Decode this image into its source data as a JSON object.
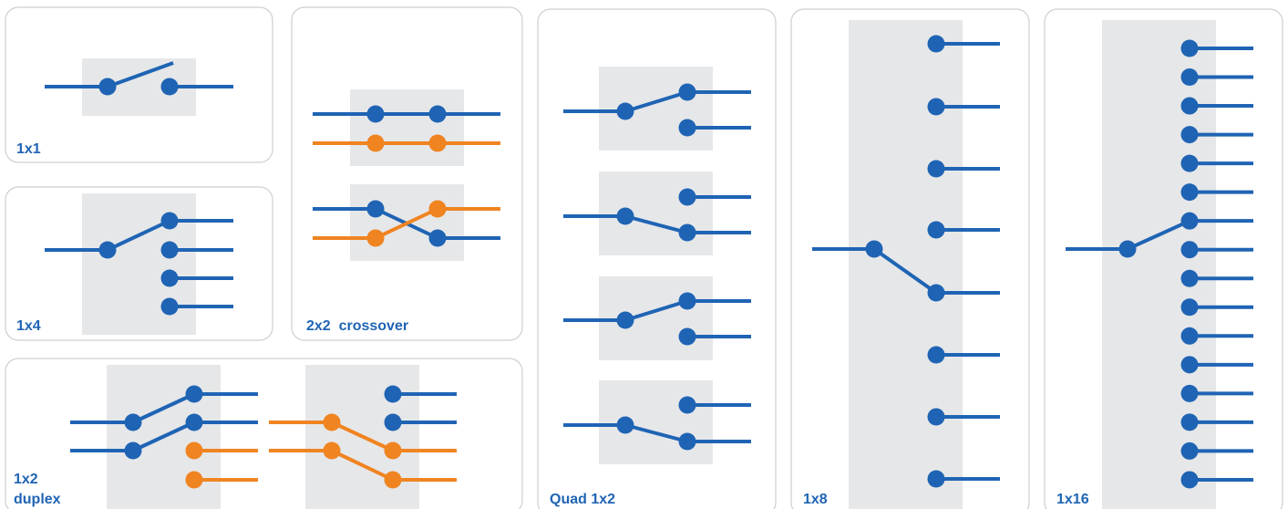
{
  "colors": {
    "blue": "#1f64b4",
    "orange": "#f08421",
    "box": "#e6e7e9",
    "panel_stroke": "#cfcfcf"
  },
  "panels": {
    "p1x1": {
      "label": "1x1"
    },
    "p1x4": {
      "label": "1x4"
    },
    "p2x2": {
      "label": "2x2  crossover"
    },
    "pdup": {
      "label_line1": "1x2",
      "label_line2": "duplex"
    },
    "pquad": {
      "label": "Quad 1x2"
    },
    "p1x8": {
      "label": "1x8"
    },
    "p1x16": {
      "label": "1x16"
    }
  }
}
